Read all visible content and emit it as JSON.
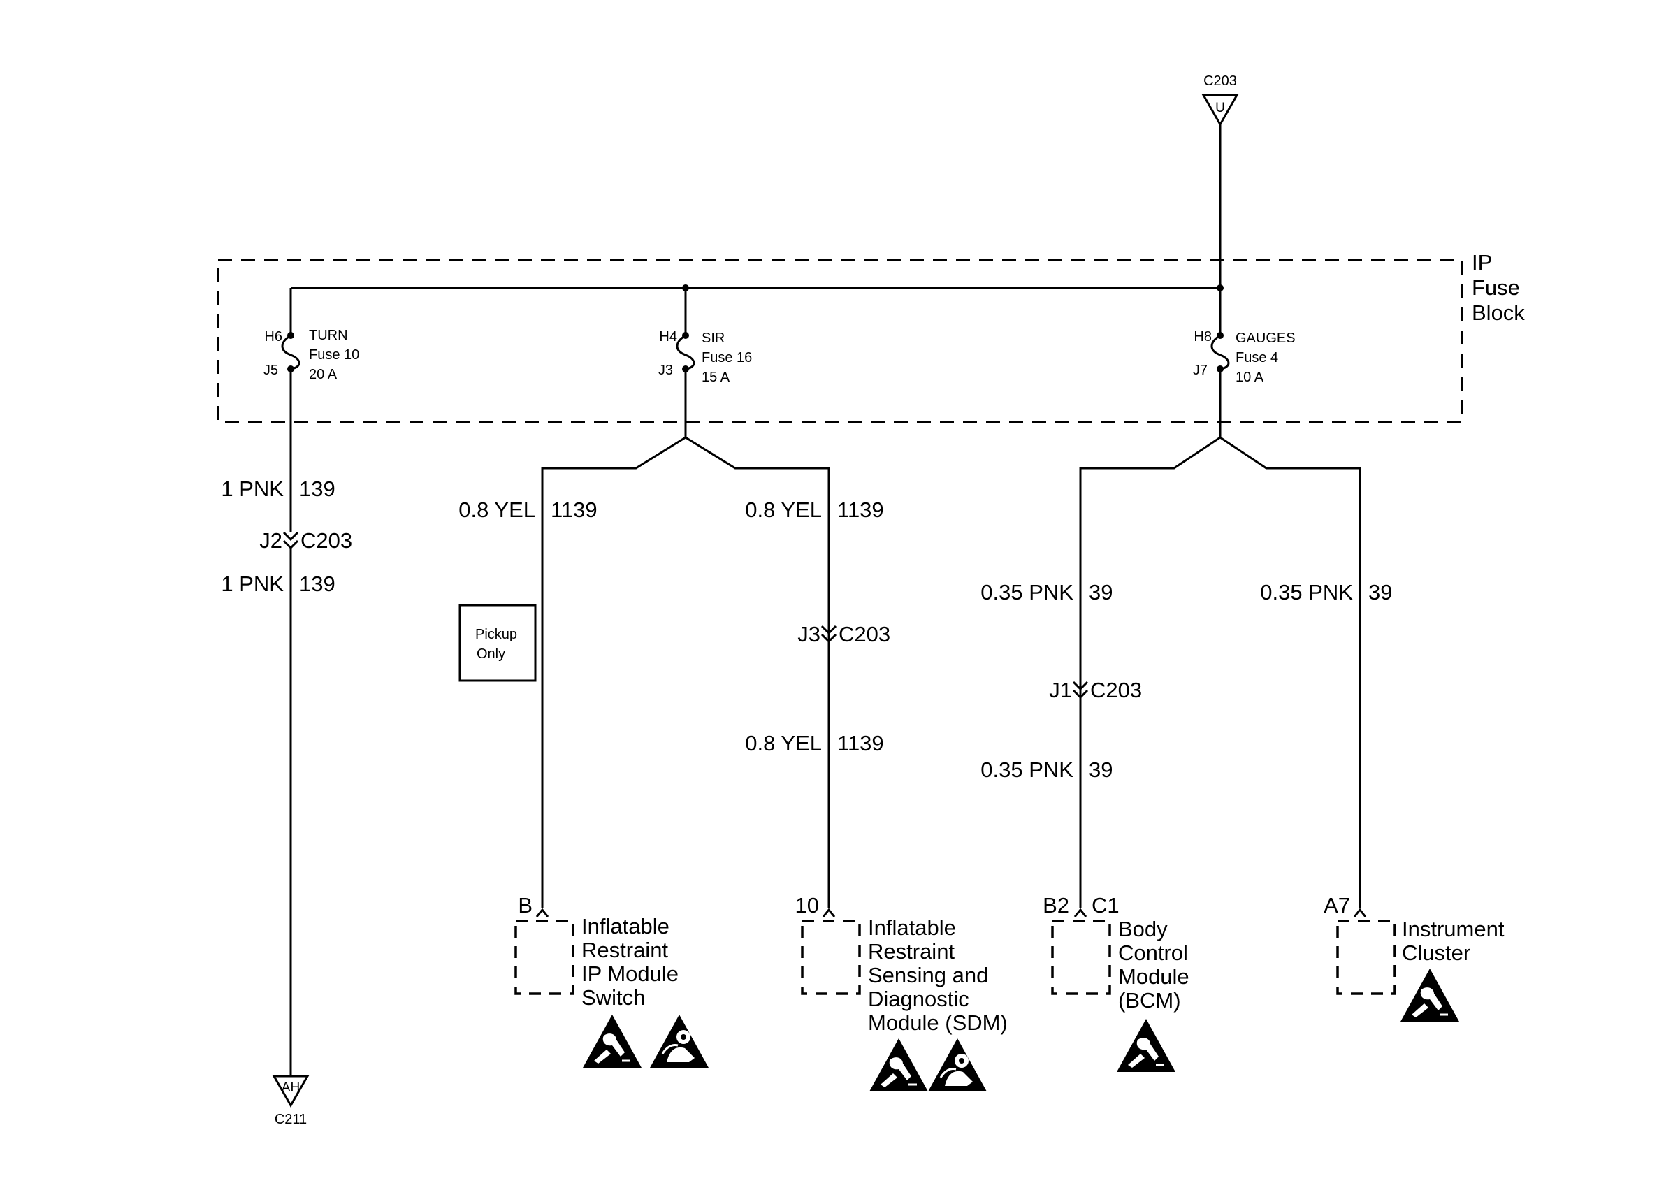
{
  "fuse_block": {
    "lines": [
      "IP",
      "Fuse",
      "Block"
    ]
  },
  "top_connector": {
    "name": "C203",
    "pin": "U"
  },
  "bottom_connector": {
    "name": "C211",
    "pin": "AH"
  },
  "fuses": [
    {
      "pin_in": "H6",
      "pin_out": "J5",
      "lines": [
        "TURN",
        "Fuse 10",
        "20 A"
      ]
    },
    {
      "pin_in": "H4",
      "pin_out": "J3",
      "lines": [
        "SIR",
        "Fuse 16",
        "15 A"
      ]
    },
    {
      "pin_in": "H8",
      "pin_out": "J7",
      "lines": [
        "GAUGES",
        "Fuse 4",
        "10 A"
      ]
    }
  ],
  "wires": {
    "turn_upper": {
      "color": "1 PNK",
      "circuit": "139"
    },
    "turn_conn": {
      "left": "J2",
      "right": "C203"
    },
    "turn_lower": {
      "color": "1 PNK",
      "circuit": "139"
    },
    "sir_left": {
      "color": "0.8 YEL",
      "circuit": "1139"
    },
    "sir_right_upper": {
      "color": "0.8 YEL",
      "circuit": "1139"
    },
    "sir_right_conn": {
      "left": "J3",
      "right": "C203"
    },
    "sir_right_lower": {
      "color": "0.8 YEL",
      "circuit": "1139"
    },
    "gauges_left_upper": {
      "color": "0.35 PNK",
      "circuit": "39"
    },
    "gauges_left_conn": {
      "left": "J1",
      "right": "C203"
    },
    "gauges_left_lower": {
      "color": "0.35 PNK",
      "circuit": "39"
    },
    "gauges_right": {
      "color": "0.35 PNK",
      "circuit": "39"
    }
  },
  "note_box": {
    "lines": [
      "Pickup",
      "Only"
    ]
  },
  "modules": [
    {
      "pin": "B",
      "pin2": "",
      "lines": [
        "Inflatable",
        "Restraint",
        "IP Module",
        "Switch"
      ],
      "symbols": [
        "esd-warning-icon",
        "airbag-warning-icon"
      ]
    },
    {
      "pin": "10",
      "pin2": "",
      "lines": [
        "Inflatable",
        "Restraint",
        "Sensing and",
        "Diagnostic",
        "Module (SDM)"
      ],
      "symbols": [
        "esd-warning-icon",
        "airbag-warning-icon"
      ]
    },
    {
      "pin": "B2",
      "pin2": "C1",
      "lines": [
        "Body",
        "Control",
        "Module",
        "(BCM)"
      ],
      "symbols": [
        "esd-warning-icon"
      ]
    },
    {
      "pin": "A7",
      "pin2": "",
      "lines": [
        "Instrument",
        "Cluster"
      ],
      "symbols": [
        "esd-warning-icon"
      ]
    }
  ],
  "colors": {
    "ink": "#000000",
    "background": "#ffffff"
  }
}
